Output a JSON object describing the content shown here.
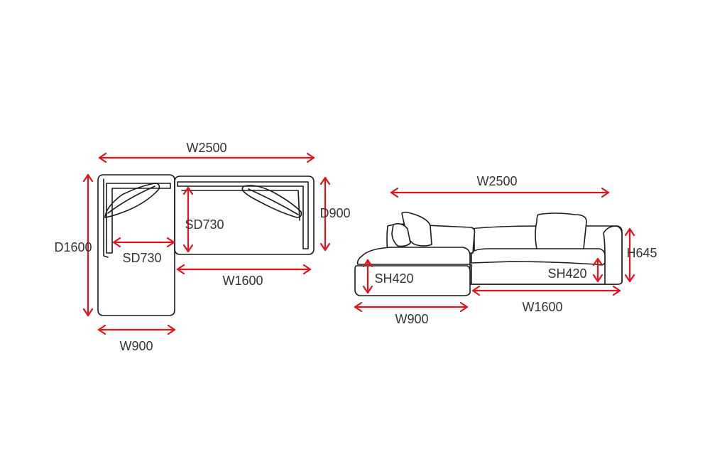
{
  "colors": {
    "dimension": "#e0141e",
    "line": "#1a1a1a",
    "label": "#333333",
    "background": "#ffffff"
  },
  "plan_view": {
    "overall_width": "W2500",
    "overall_depth": "D1600",
    "main_depth": "D900",
    "seat_depth_main": "SD730",
    "seat_depth_chaise": "SD730",
    "main_width": "W1600",
    "chaise_width": "W900"
  },
  "side_view": {
    "overall_width": "W2500",
    "height": "H645",
    "seat_height_chaise": "SH420",
    "seat_height_main": "SH420",
    "chaise_width": "W900",
    "main_width": "W1600"
  }
}
